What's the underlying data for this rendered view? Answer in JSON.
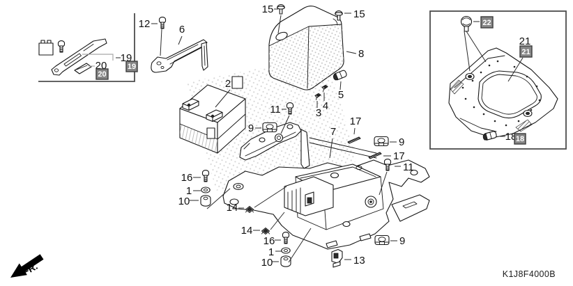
{
  "diagram": {
    "code": "K1J8F4000B",
    "front_label": "FR."
  },
  "callouts": {
    "n1": "1",
    "n2": "2",
    "n3": "3",
    "n4": "4",
    "n5": "5",
    "n6": "6",
    "n7": "7",
    "n8": "8",
    "n9": "9",
    "n10": "10",
    "n11": "11",
    "n12": "12",
    "n13": "13",
    "n14": "14",
    "n15": "15",
    "n16": "16",
    "n17": "17",
    "n18": "18",
    "n19": "19",
    "n20": "20",
    "n21": "21",
    "n22": "22"
  },
  "badges": {
    "b18": "18",
    "b19": "19",
    "b20": "20",
    "b21": "21",
    "b22": "22"
  },
  "colors": {
    "line": "#1a1a1a",
    "badge_bg": "#868686",
    "badge_border": "#3d3d3d",
    "badge_text": "#ffffff"
  }
}
